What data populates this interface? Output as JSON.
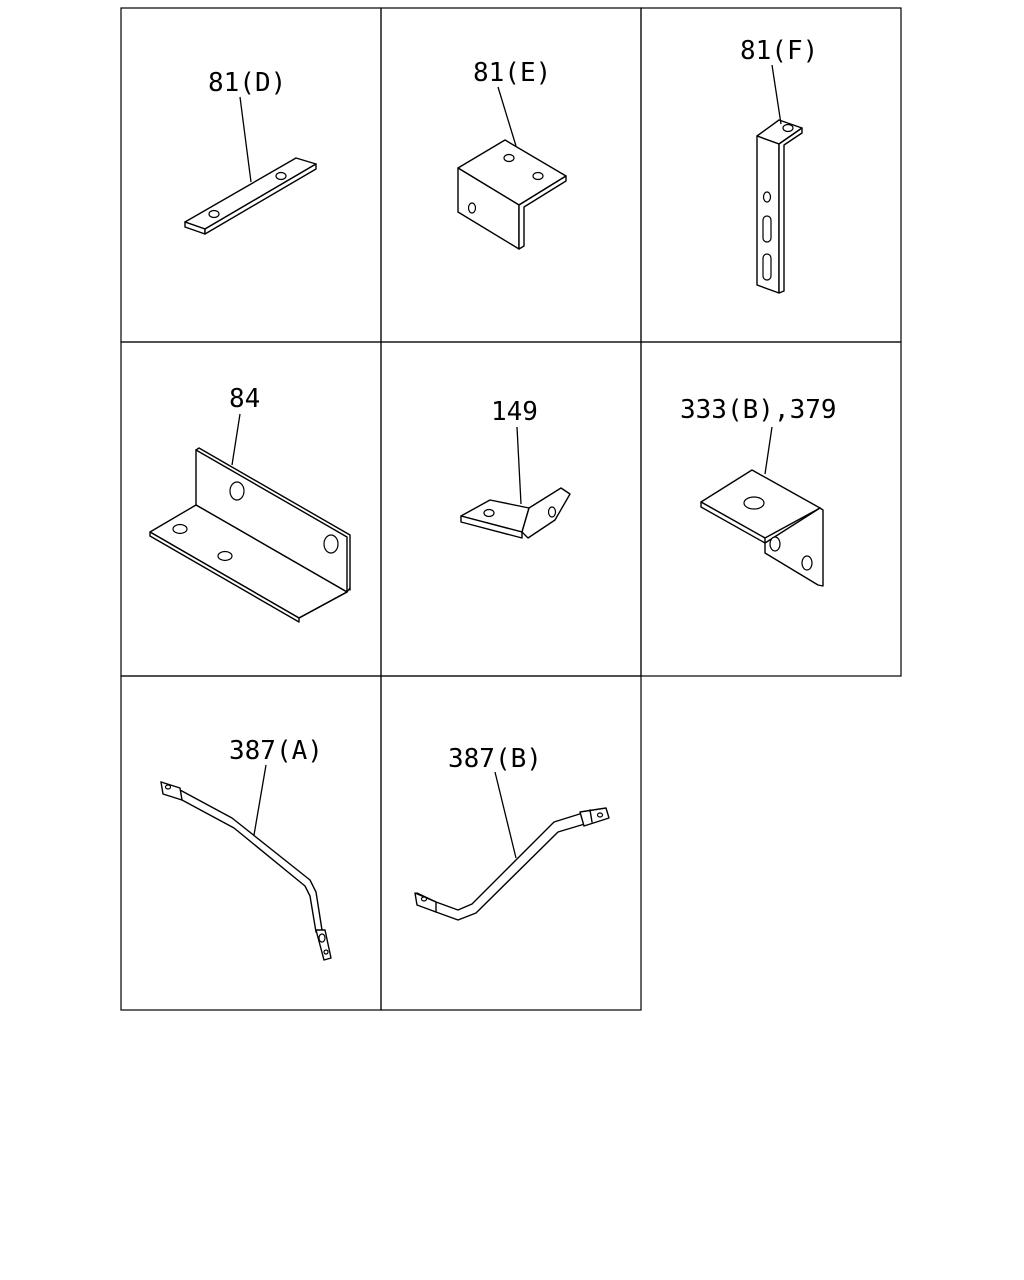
{
  "diagram": {
    "panels": [
      {
        "id": "panel-1",
        "label": "81(D)"
      },
      {
        "id": "panel-2",
        "label": "81(E)"
      },
      {
        "id": "panel-3",
        "label": "81(F)"
      },
      {
        "id": "panel-4",
        "label": "84"
      },
      {
        "id": "panel-5",
        "label": "149"
      },
      {
        "id": "panel-6",
        "label": "333(B),379"
      },
      {
        "id": "panel-7",
        "label": "387(A)"
      },
      {
        "id": "panel-8",
        "label": "387(B)"
      }
    ]
  }
}
